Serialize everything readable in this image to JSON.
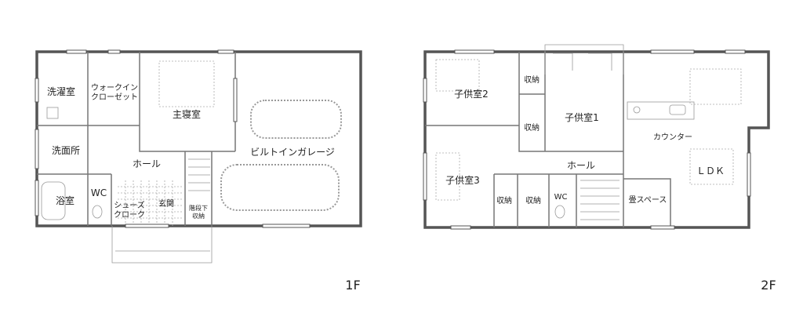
{
  "floor1": {
    "label": "1F",
    "rooms": {
      "laundry": "洗濯室",
      "walkin1": "ウォークイン",
      "walkin2": "クローゼット",
      "master": "主寝室",
      "washroom": "洗面所",
      "hall": "ホール",
      "garage": "ビルトインガレージ",
      "bath": "浴室",
      "wc": "WC",
      "shoes1": "シューズ",
      "shoes2": "クローク",
      "entrance": "玄関",
      "understair1": "階段下",
      "understair2": "収納"
    }
  },
  "floor2": {
    "label": "2F",
    "rooms": {
      "kid2": "子供室2",
      "storage_a": "収納",
      "storage_b": "収納",
      "kid1": "子供室1",
      "counter": "カウンター",
      "hall": "ホール",
      "ldk": "ＬＤＫ",
      "kid3": "子供室3",
      "storage_c": "収納",
      "storage_d": "収納",
      "wc": "WC",
      "tatami": "畳スペース"
    }
  }
}
